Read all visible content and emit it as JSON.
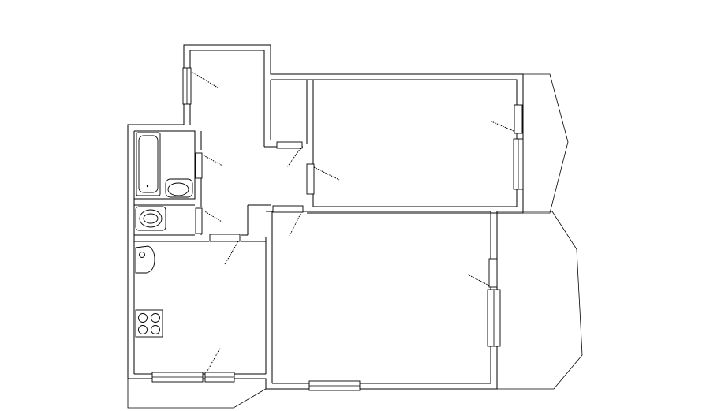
{
  "drawing": {
    "kind": "apartment-floor-plan",
    "line_color": "#000000",
    "background": "#ffffff",
    "rooms": [
      "hallway",
      "closet",
      "bedroom",
      "living-room",
      "kitchen",
      "bathroom",
      "toilet",
      "balcony-east-upper",
      "balcony-east-lower",
      "balcony-south"
    ],
    "fixtures": [
      "bathtub",
      "washbasin",
      "toilet-bowl",
      "kitchen-sink",
      "cooktop"
    ]
  }
}
